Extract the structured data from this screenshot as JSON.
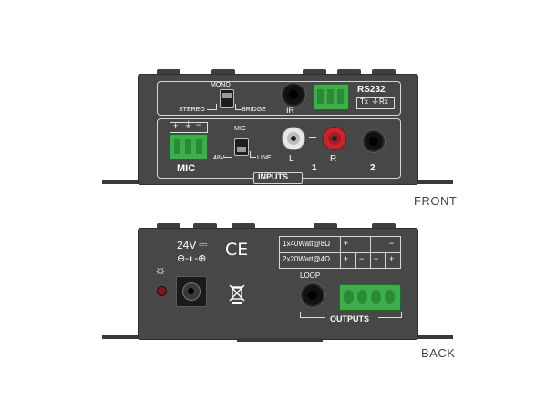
{
  "front": {
    "view_label": "FRONT",
    "mode_switch": {
      "top": "MONO",
      "left": "STEREO",
      "right": "BRIDGE"
    },
    "ir_label": "IR",
    "rs232": {
      "title": "RS232",
      "tx": "Tx",
      "rx": "Rx"
    },
    "mic_terminal": {
      "plus": "+",
      "ground": "⏚",
      "minus": "−",
      "label": "MIC"
    },
    "mic_switch": {
      "top": "MIC",
      "left": "48V",
      "right": "LINE"
    },
    "rca": {
      "left": "L",
      "right": "R"
    },
    "input_numbers": [
      "1",
      "2"
    ],
    "inputs_label": "INPUTS"
  },
  "back": {
    "view_label": "BACK",
    "power": {
      "voltage": "24V",
      "dc_symbol": "⎓"
    },
    "ce_mark": "CE",
    "loop_label": "LOOP",
    "outputs_label": "OUTPUTS",
    "wiring_table": [
      {
        "mode": "1x40Watt@8Ω",
        "cells": [
          "+",
          "",
          "",
          "−"
        ]
      },
      {
        "mode": "2x20Watt@4Ω",
        "cells": [
          "+",
          "−",
          "−",
          "+"
        ]
      }
    ]
  },
  "colors": {
    "chassis": "#474747",
    "chassis_edge": "#2e2e2e",
    "terminal_green": "#3fae4a",
    "rca_red": "#c8262c",
    "rca_white": "#e8e8e8",
    "led_red": "#7a1c1c"
  }
}
